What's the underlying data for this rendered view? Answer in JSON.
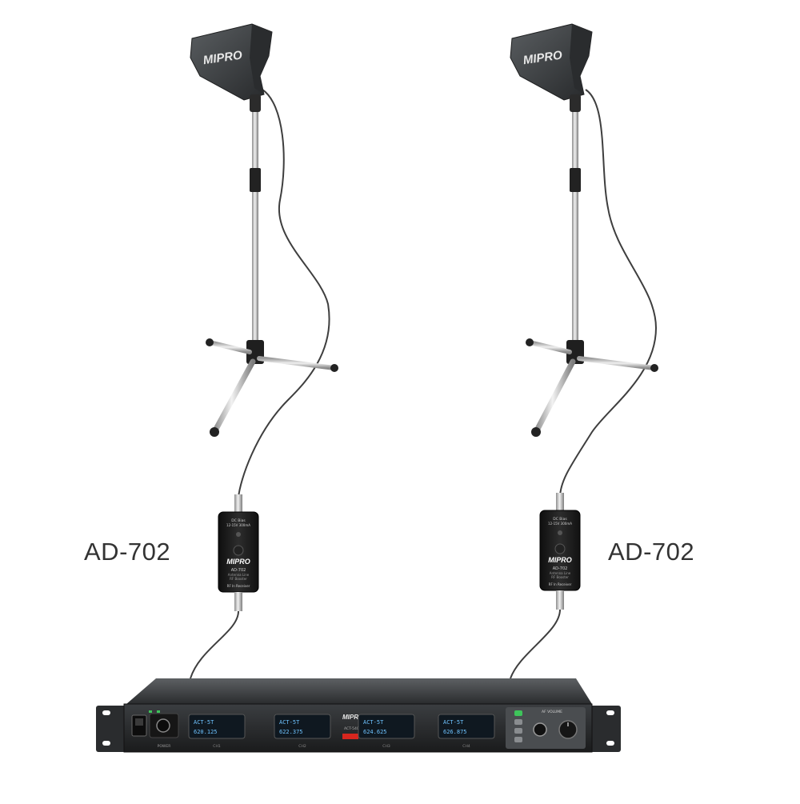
{
  "brand": "MIPRO",
  "labels": {
    "left_booster": "AD-702",
    "right_booster": "AD-702"
  },
  "booster_texts": {
    "top_line1": "DC Bias",
    "top_line2": "12-15V 300mA",
    "model": "AD-702",
    "desc1": "Antenna Line",
    "desc2": "RF Booster",
    "bottom": "RF In Receiver"
  },
  "receiver": {
    "model_badge": "ACT-5400",
    "channel_labels": [
      "CH1",
      "CH2",
      "CH3",
      "CH4"
    ],
    "lcd_line1": [
      "ACT-5T",
      "ACT-5T",
      "ACT-5T",
      "ACT-5T"
    ],
    "lcd_line2": [
      "620.125",
      "622.375",
      "624.625",
      "626.875"
    ],
    "power_label": "POWER",
    "knob_label": "AF VOLUME"
  },
  "colors": {
    "antenna": "#3a3d3f",
    "stand_chrome": "#b8b8b8",
    "cable": "#4a4a4a",
    "booster_body": "#1c1c1c",
    "rack": "#2b2d2f",
    "lcd_bg": "#0f1820",
    "lcd_text": "#6ec3ff",
    "badge_red": "#d7261e"
  }
}
